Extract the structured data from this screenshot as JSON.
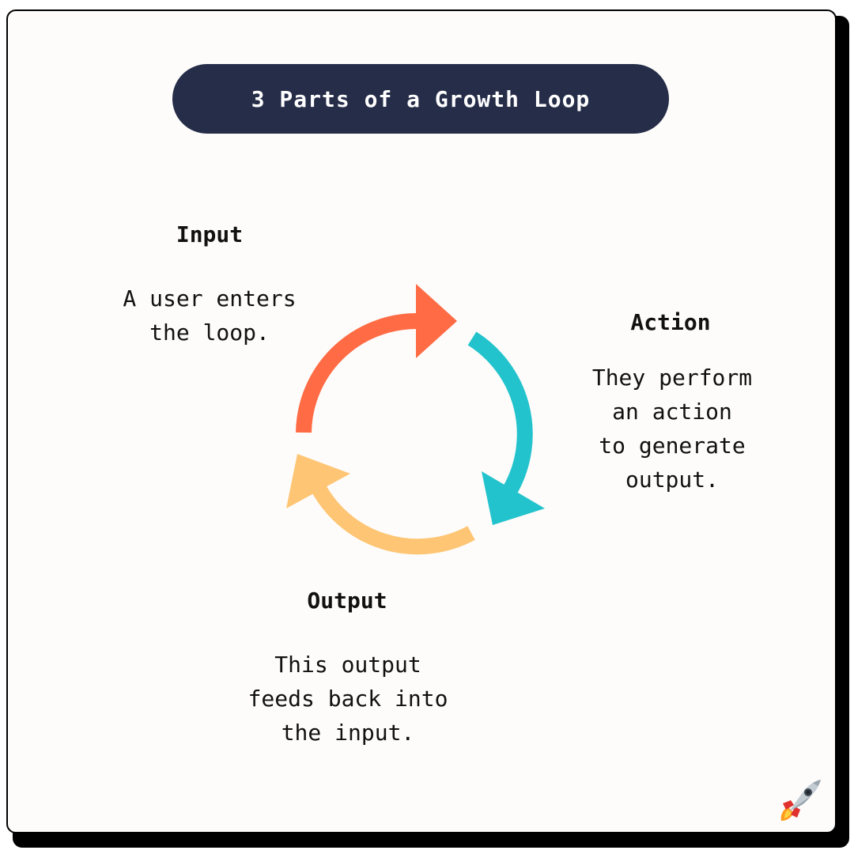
{
  "title": "3 Parts of a Growth Loop",
  "stages": [
    {
      "heading": "Input",
      "description": "A user enters\nthe loop.",
      "color": "#ff6b44"
    },
    {
      "heading": "Action",
      "description": "They perform\nan action\nto generate\noutput.",
      "color": "#22c3cd"
    },
    {
      "heading": "Output",
      "description": "This output\nfeeds back into\nthe input.",
      "color": "#fec574"
    }
  ],
  "colors": {
    "title_background": "#252d48",
    "card_background": "#fdfcfa"
  },
  "icons": {
    "corner": "rocket-icon"
  }
}
